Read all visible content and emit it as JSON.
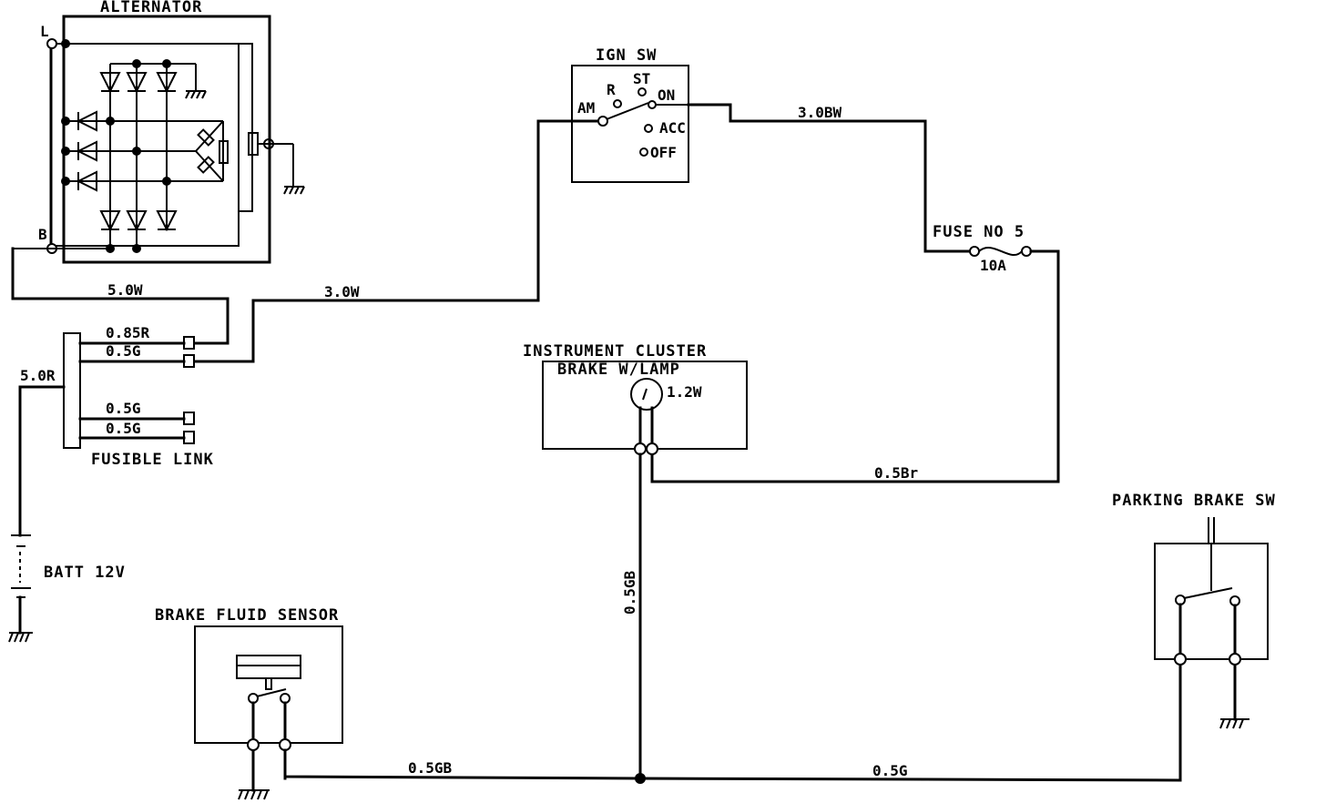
{
  "components": {
    "alternator": {
      "label": "ALTERNATOR",
      "terminal_l": "L",
      "terminal_b": "B"
    },
    "ign_sw": {
      "label": "IGN SW",
      "am": "AM",
      "r": "R",
      "st": "ST",
      "on": "ON",
      "acc": "ACC",
      "off": "OFF"
    },
    "fuse": {
      "label": "FUSE NO 5",
      "rating": "10A"
    },
    "instrument_cluster": {
      "label": "INSTRUMENT CLUSTER",
      "lamp": "BRAKE W/LAMP",
      "lamp_rating": "1.2W"
    },
    "fusible_link": {
      "label": "FUSIBLE LINK"
    },
    "battery": {
      "label": "BATT 12V"
    },
    "brake_fluid_sensor": {
      "label": "BRAKE FLUID SENSOR"
    },
    "parking_brake_sw": {
      "label": "PARKING BRAKE SW"
    }
  },
  "wires": {
    "alt_b_to_link": "5.0W",
    "link_to_ign": "3.0W",
    "ign_to_fuse": "3.0BW",
    "link_r": "0.85R",
    "link_g1": "0.5G",
    "link_g2": "0.5G",
    "link_g3": "0.5G",
    "batt_feed": "5.0R",
    "fuse_to_cluster": "0.5Br",
    "cluster_down": "0.5GB",
    "sensor_to_junction": "0.5GB",
    "junction_to_pbs": "0.5G"
  }
}
